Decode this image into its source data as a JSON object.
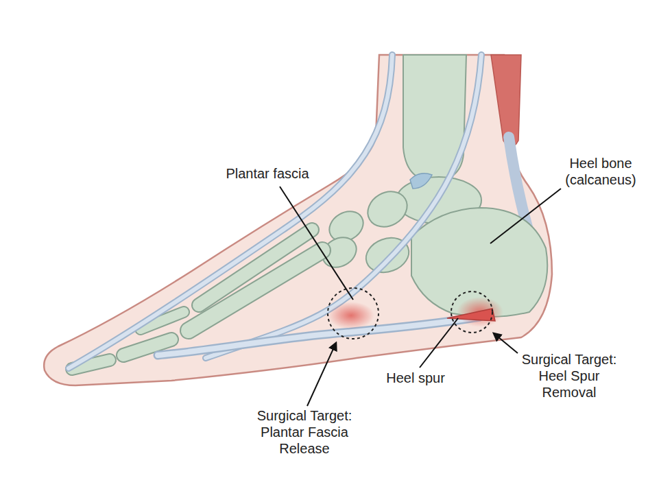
{
  "diagram": {
    "labels": [
      "Plantar fascia",
      "Heel bone (calcaneus)",
      "Heel spur",
      "Surgical Target: Plantar Fascia Release",
      "Surgical Target: Heel Spur Removal"
    ]
  }
}
